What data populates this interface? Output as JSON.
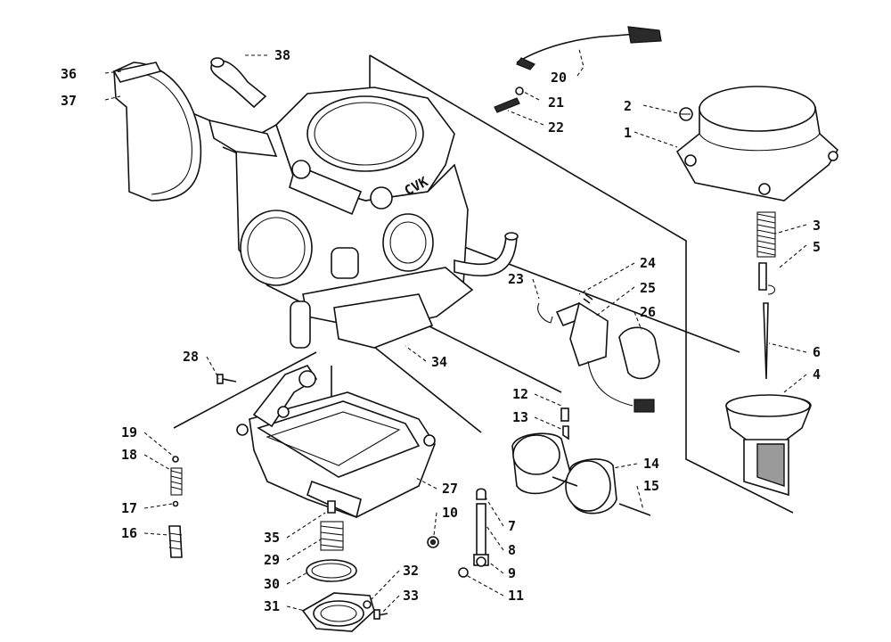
{
  "diagram": {
    "labels": [
      {
        "id": "36",
        "text": "36"
      },
      {
        "id": "37",
        "text": "37"
      },
      {
        "id": "38",
        "text": "38"
      },
      {
        "id": "20",
        "text": "20"
      },
      {
        "id": "21",
        "text": "21"
      },
      {
        "id": "22",
        "text": "22"
      },
      {
        "id": "2",
        "text": "2"
      },
      {
        "id": "1",
        "text": "1"
      },
      {
        "id": "3",
        "text": "3"
      },
      {
        "id": "5",
        "text": "5"
      },
      {
        "id": "6",
        "text": "6"
      },
      {
        "id": "4",
        "text": "4"
      },
      {
        "id": "24",
        "text": "24"
      },
      {
        "id": "25",
        "text": "25"
      },
      {
        "id": "23",
        "text": "23"
      },
      {
        "id": "26",
        "text": "26"
      },
      {
        "id": "34",
        "text": "34"
      },
      {
        "id": "28",
        "text": "28"
      },
      {
        "id": "12",
        "text": "12"
      },
      {
        "id": "13",
        "text": "13"
      },
      {
        "id": "14",
        "text": "14"
      },
      {
        "id": "15",
        "text": "15"
      },
      {
        "id": "19",
        "text": "19"
      },
      {
        "id": "18",
        "text": "18"
      },
      {
        "id": "17",
        "text": "17"
      },
      {
        "id": "16",
        "text": "16"
      },
      {
        "id": "27",
        "text": "27"
      },
      {
        "id": "10",
        "text": "10"
      },
      {
        "id": "7",
        "text": "7"
      },
      {
        "id": "8",
        "text": "8"
      },
      {
        "id": "9",
        "text": "9"
      },
      {
        "id": "11",
        "text": "11"
      },
      {
        "id": "35",
        "text": "35"
      },
      {
        "id": "29",
        "text": "29"
      },
      {
        "id": "30",
        "text": "30"
      },
      {
        "id": "32",
        "text": "32"
      },
      {
        "id": "31",
        "text": "31"
      },
      {
        "id": "33",
        "text": "33"
      }
    ],
    "body_marking": "CVK"
  }
}
